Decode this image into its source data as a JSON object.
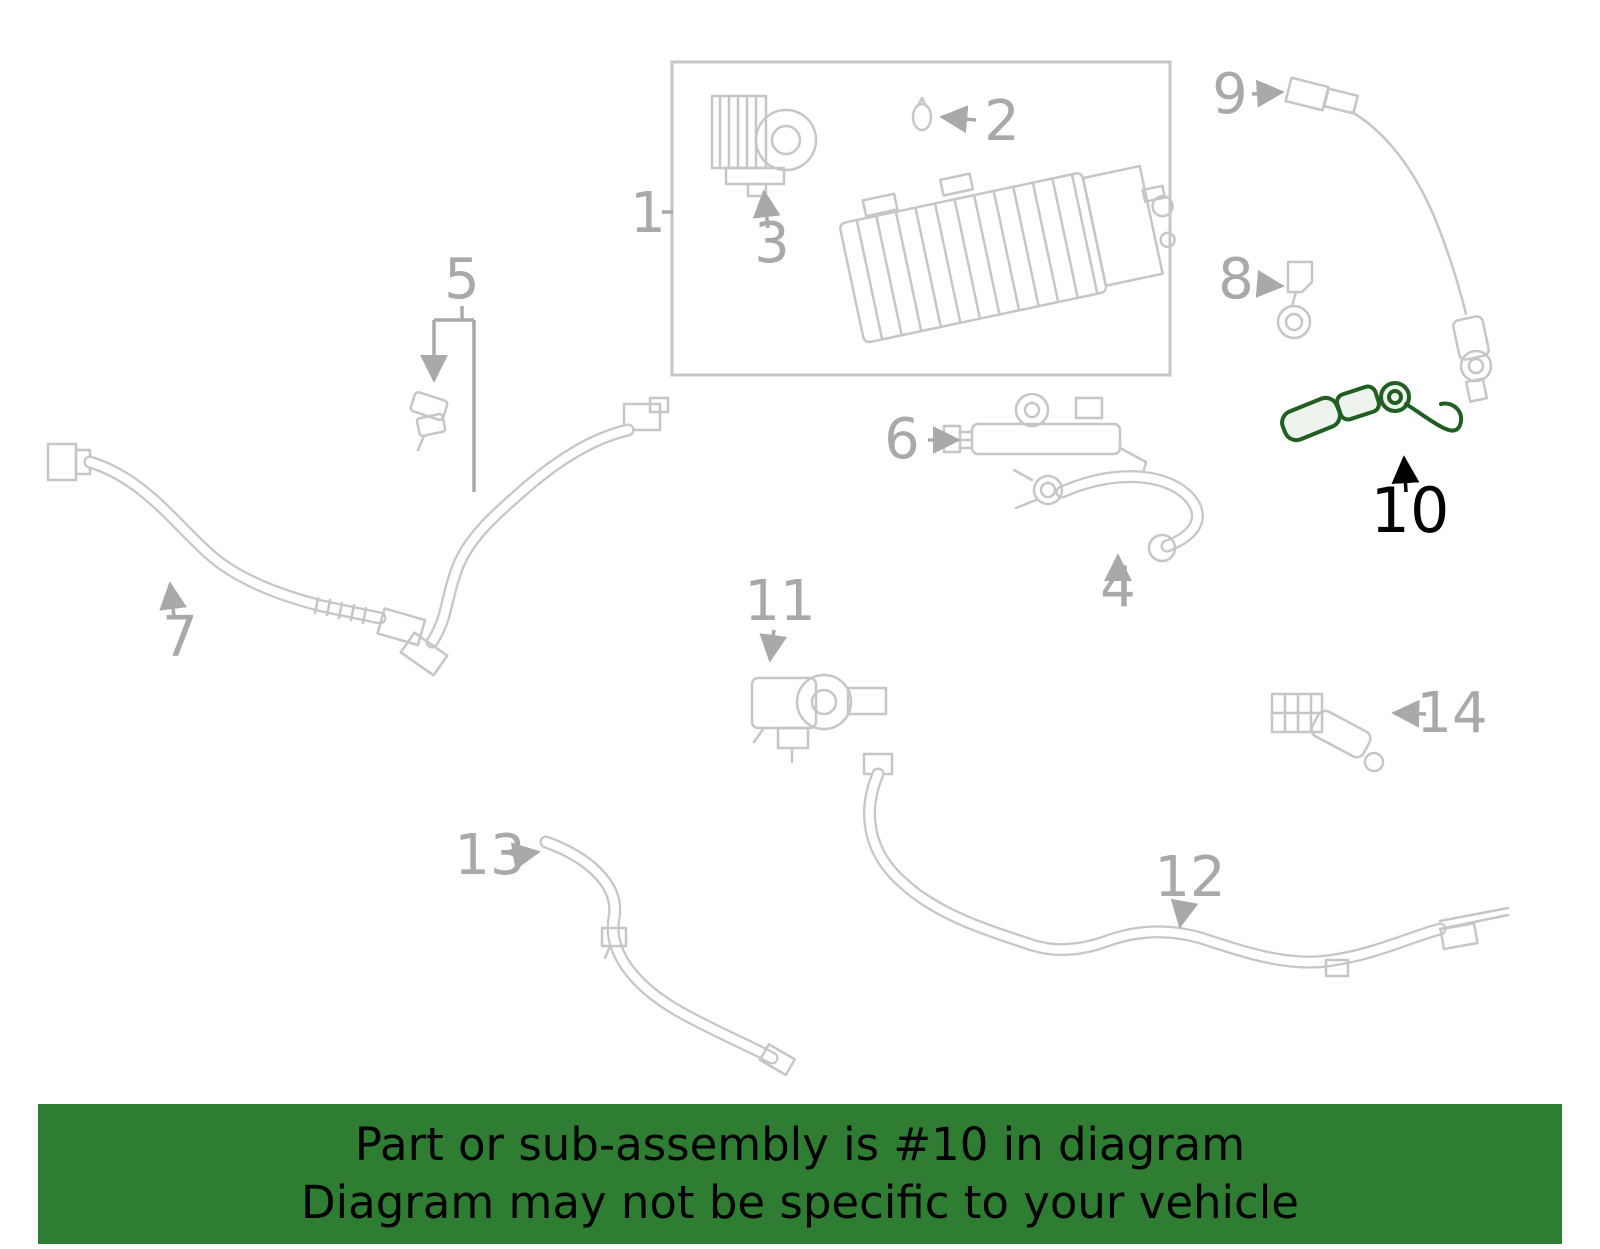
{
  "banner": {
    "line1": "Part or sub-assembly is #10 in diagram",
    "line2": "Diagram may not be specific to your vehicle"
  },
  "highlight": {
    "part_number": "10"
  },
  "colors": {
    "banner_bg": "#2e7d32",
    "banner_text": "#000000",
    "line": "#c6c6c6",
    "label": "#a9a9a9",
    "highlight": "#215e21",
    "highlight_label": "#000000"
  },
  "callouts": {
    "c1": "1",
    "c2": "2",
    "c3": "3",
    "c4": "4",
    "c5": "5",
    "c6": "6",
    "c7": "7",
    "c8": "8",
    "c9": "9",
    "c10": "10",
    "c11": "11",
    "c12": "12",
    "c13": "13",
    "c14": "14"
  }
}
